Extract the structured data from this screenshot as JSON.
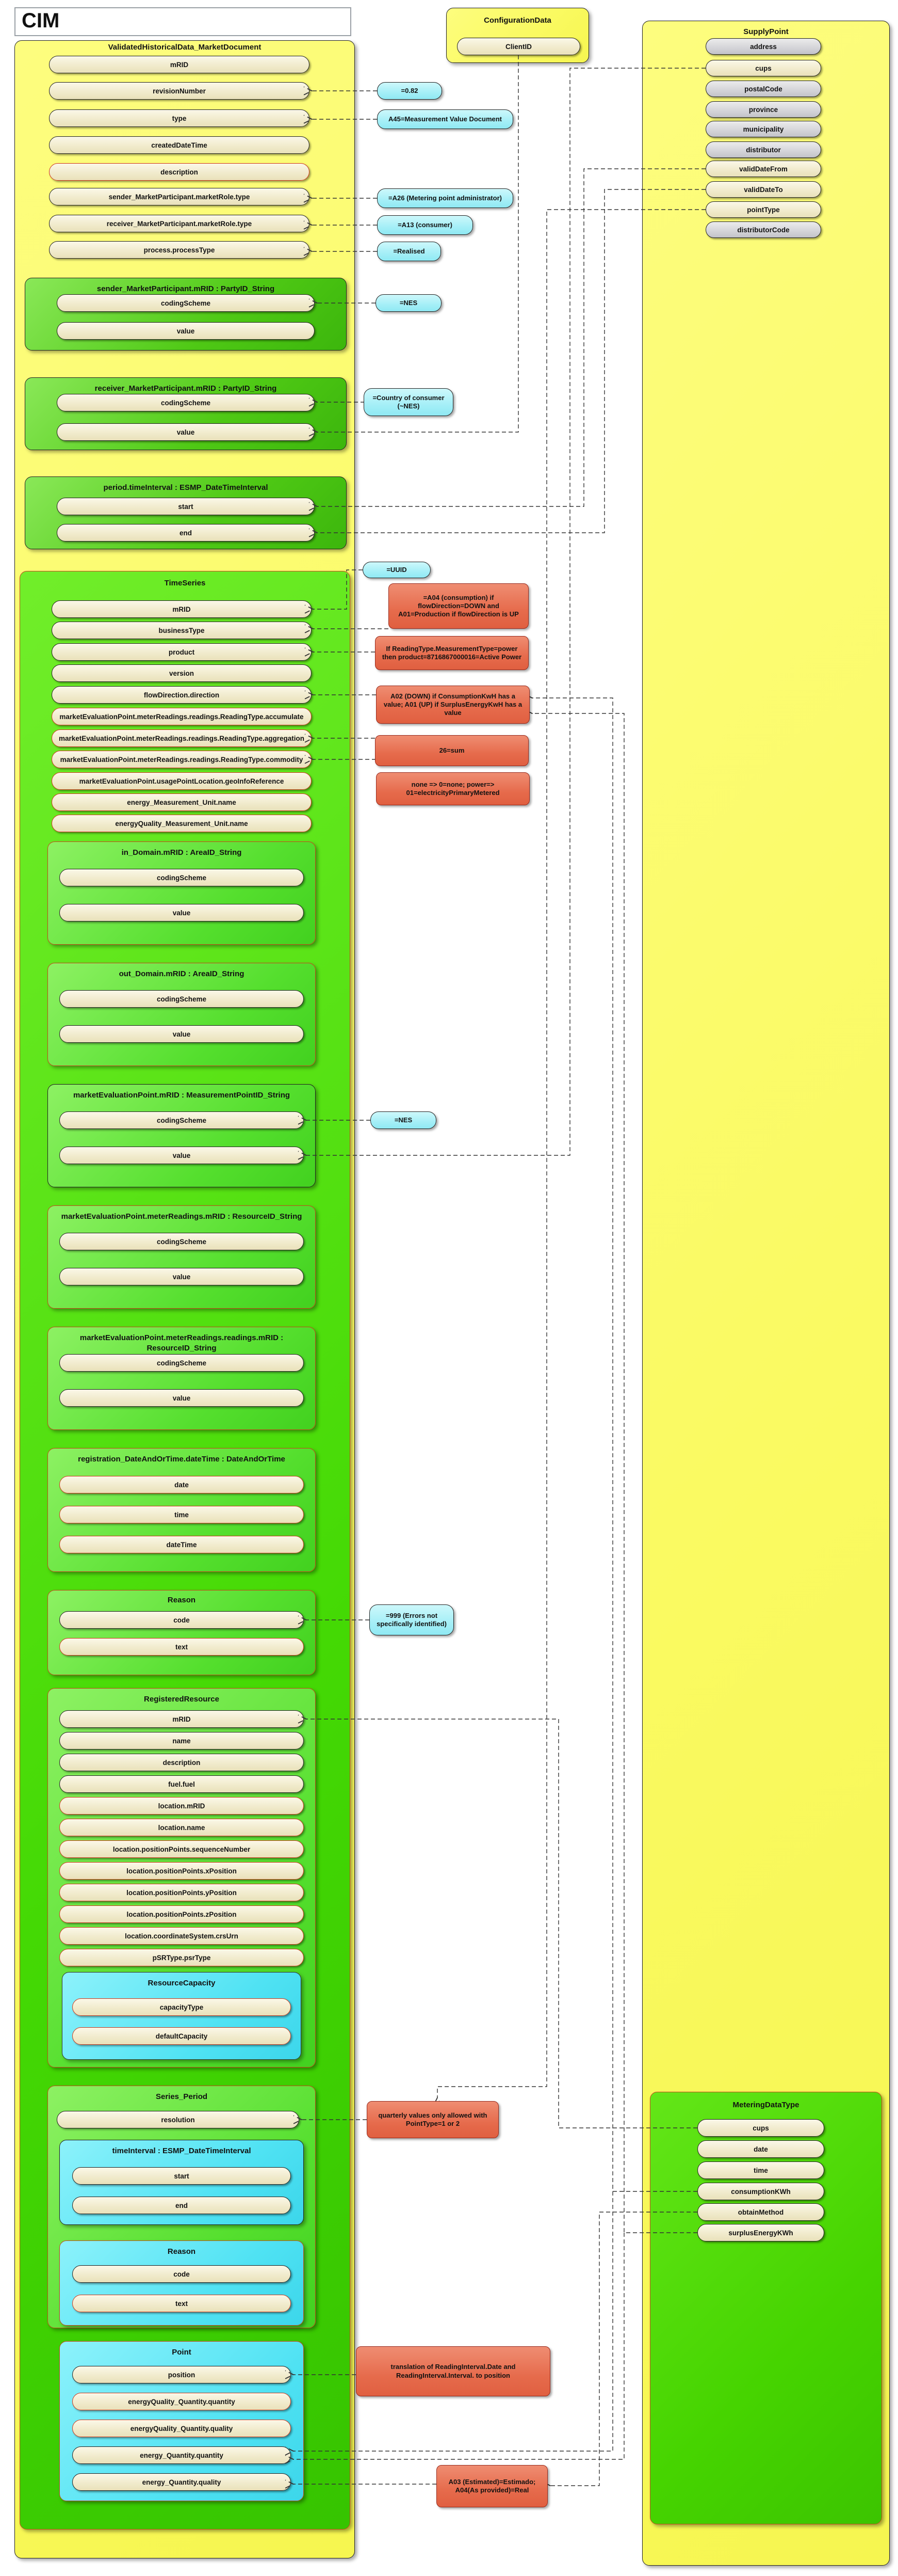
{
  "diagram_title": "CIM",
  "market_document": {
    "title": "ValidatedHistoricalData_MarketDocument",
    "fields": [
      "mRID",
      "revisionNumber",
      "type",
      "createdDateTime",
      "description",
      "sender_MarketParticipant.marketRole.type",
      "receiver_MarketParticipant.marketRole.type",
      "process.processType"
    ],
    "sender_party": {
      "title": "sender_MarketParticipant.mRID : PartyID_String",
      "fields": [
        "codingScheme",
        "value"
      ]
    },
    "receiver_party": {
      "title": "receiver_MarketParticipant.mRID : PartyID_String",
      "fields": [
        "codingScheme",
        "value"
      ]
    },
    "period_time_interval": {
      "title": "period.timeInterval : ESMP_DateTimeInterval",
      "fields": [
        "start",
        "end"
      ]
    },
    "time_series": {
      "title": "TimeSeries",
      "fields": [
        "mRID",
        "businessType",
        "product",
        "version",
        "flowDirection.direction",
        "marketEvaluationPoint.meterReadings.readings.ReadingType.accumulate",
        "marketEvaluationPoint.meterReadings.readings.ReadingType.aggregation",
        "marketEvaluationPoint.meterReadings.readings.ReadingType.commodity",
        "marketEvaluationPoint.usagePointLocation.geoInfoReference",
        "energy_Measurement_Unit.name",
        "energyQuality_Measurement_Unit.name"
      ],
      "in_domain": {
        "title": "in_Domain.mRID : AreaID_String",
        "fields": [
          "codingScheme",
          "value"
        ]
      },
      "out_domain": {
        "title": "out_Domain.mRID : AreaID_String",
        "fields": [
          "codingScheme",
          "value"
        ]
      },
      "market_evaluation_point": {
        "title": "marketEvaluationPoint.mRID : MeasurementPointID_String",
        "fields": [
          "codingScheme",
          "value"
        ]
      },
      "meter_readings": {
        "title": "marketEvaluationPoint.meterReadings.mRID : ResourceID_String",
        "fields": [
          "codingScheme",
          "value"
        ]
      },
      "readings": {
        "title": "marketEvaluationPoint.meterReadings.readings.mRID : ResourceID_String",
        "fields": [
          "codingScheme",
          "value"
        ]
      },
      "registration": {
        "title": "registration_DateAndOrTime.dateTime : DateAndOrTime",
        "fields": [
          "date",
          "time",
          "dateTime"
        ]
      },
      "reason": {
        "title": "Reason",
        "fields": [
          "code",
          "text"
        ]
      },
      "registered_resource": {
        "title": "RegisteredResource",
        "fields": [
          "mRID",
          "name",
          "description",
          "fuel.fuel",
          "location.mRID",
          "location.name",
          "location.positionPoints.sequenceNumber",
          "location.positionPoints.xPosition",
          "location.positionPoints.yPosition",
          "location.positionPoints.zPosition",
          "location.coordinateSystem.crsUrn",
          "pSRType.psrType"
        ],
        "resource_capacity": {
          "title": "ResourceCapacity",
          "fields": [
            "capacityType",
            "defaultCapacity"
          ]
        }
      },
      "series_period": {
        "title": "Series_Period",
        "fields": [
          "resolution"
        ],
        "time_interval": {
          "title": "timeInterval : ESMP_DateTimeInterval",
          "fields": [
            "start",
            "end"
          ]
        },
        "reason": {
          "title": "Reason",
          "fields": [
            "code",
            "text"
          ]
        }
      },
      "point": {
        "title": "Point",
        "fields": [
          "position",
          "energyQuality_Quantity.quantity",
          "energyQuality_Quantity.quality",
          "energy_Quantity.quantity",
          "energy_Quantity.quality"
        ]
      }
    }
  },
  "configuration_data": {
    "title": "ConfigurationData",
    "fields": [
      "ClientID"
    ]
  },
  "supply_point": {
    "title": "SupplyPoint",
    "fields": [
      "address",
      "cups",
      "postalCode",
      "province",
      "municipality",
      "distributor",
      "validDateFrom",
      "validDateTo",
      "pointType",
      "distributorCode"
    ]
  },
  "metering_data_type": {
    "title": "MeteringDataType",
    "fields": [
      "cups",
      "date",
      "time",
      "consumptionKWh",
      "obtainMethod",
      "surplusEnergyKWh"
    ]
  },
  "notes_cyan": [
    "=0.82",
    "A45=Measurement Value Document",
    "=A26 (Metering point administrator)",
    "=A13 (consumer)",
    "=Realised",
    "=NES",
    "=Country of consumer (~NES)",
    "=UUID",
    "=NES",
    "=999 (Errors not specifically identified)"
  ],
  "notes_red": [
    "=A04 (consumption) if flowDirection=DOWN and A01=Production if flowDirection is UP",
    "If ReadingType.MeasurementType=power then product=8716867000016=Active Power",
    "A02 (DOWN) if ConsumptionKwH has a value; A01 (UP) if SurplusEnergyKwH has a value",
    "26=sum",
    "none => 0=none; power=> 01=electricityPrimaryMetered",
    "quarterly values only allowed with PointType=1 or 2",
    "translation of ReadingInterval.Date and ReadingInterval.Interval. to position",
    "A03 (Estimated)=Estimado; A04(As provided)=Real"
  ],
  "colors": {
    "container_yellow": "#fafa62",
    "green_group": "#4fc915",
    "timeseries_green": "#44d904",
    "cyan_block": "#4fe2f3",
    "metering_green": "#46d400",
    "note_cyan": "#a5eff7",
    "note_red": "#e66b4c",
    "pill_cream": "#f1ebcd",
    "pill_gray": "#d4d4d8",
    "red_border": "#cf3a1e"
  }
}
